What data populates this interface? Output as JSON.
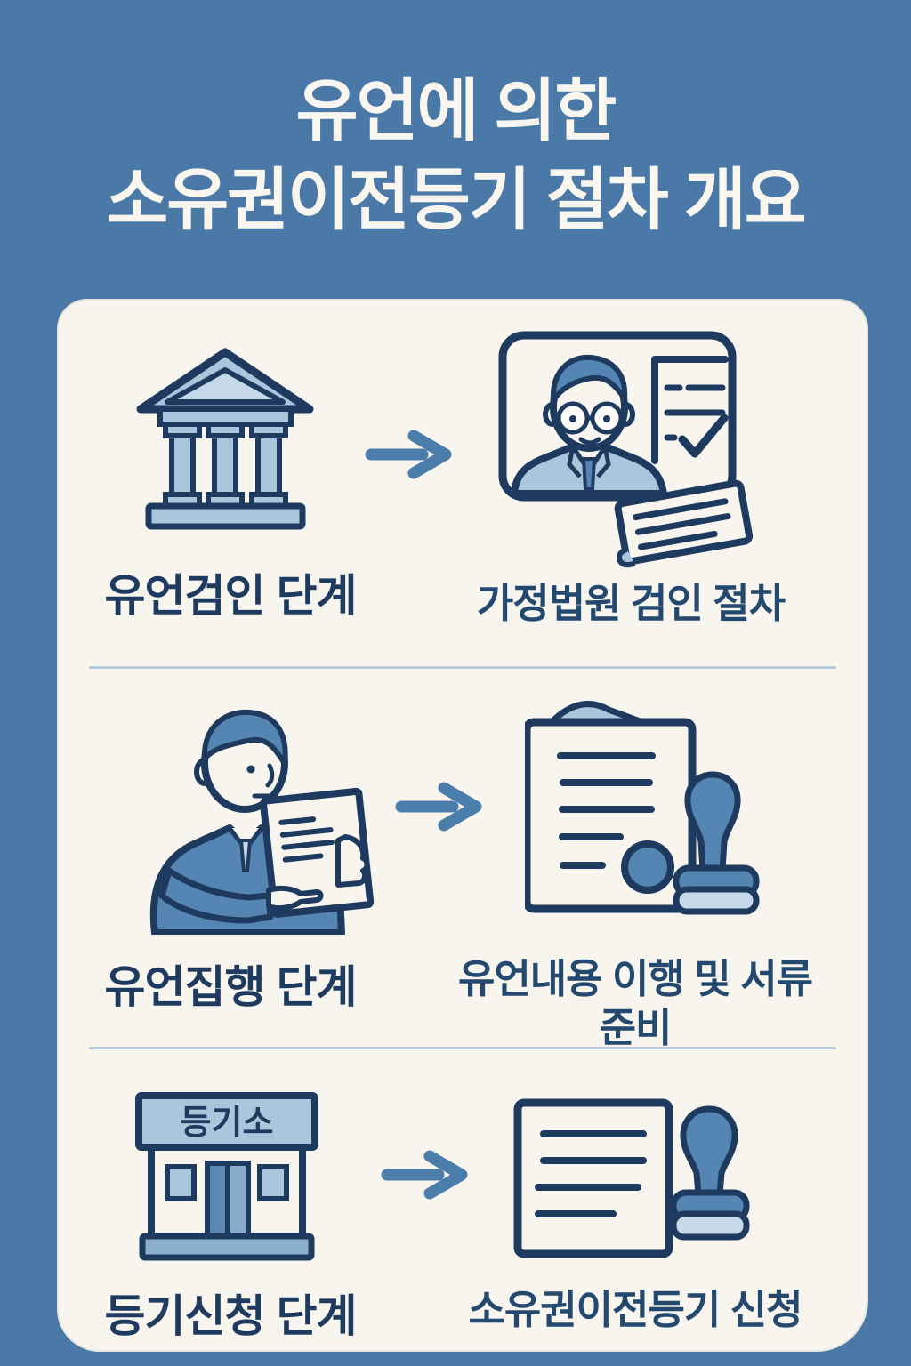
{
  "title": {
    "line1": "유언에 의한",
    "line2": "소유권이전등기 절차 개요"
  },
  "sections": [
    {
      "stage_label": "유언검인 단계",
      "result_label": "가정법원 검인 절차",
      "stage_icon": "courthouse-icon",
      "connector_icon": "right-arrow-icon",
      "result_icon": "probate-review-icon"
    },
    {
      "stage_label": "유언집행 단계",
      "result_label": "유언내용 이행 및 서류\n준비",
      "stage_icon": "executor-reading-document-icon",
      "connector_icon": "right-arrow-icon",
      "result_icon": "document-seal-stamp-icon"
    },
    {
      "stage_label": "등기신청 단계",
      "result_label": "소유권이전등기 신청",
      "stage_icon": "registry-office-icon",
      "registry_sign_label": "등기소",
      "connector_icon": "right-arrow-icon",
      "result_icon": "registration-application-stamp-icon"
    }
  ],
  "colors": {
    "background": "#4a79a7",
    "card": "#f7f5ee",
    "navy": "#1e3a5f",
    "mid_blue": "#5585b2",
    "light_blue": "#a9c6dd",
    "pale_blue": "#c6d9e8",
    "arrow_blue": "#4b7dab",
    "divider": "#b6ccdc",
    "title_text": "#f8f6ee"
  }
}
